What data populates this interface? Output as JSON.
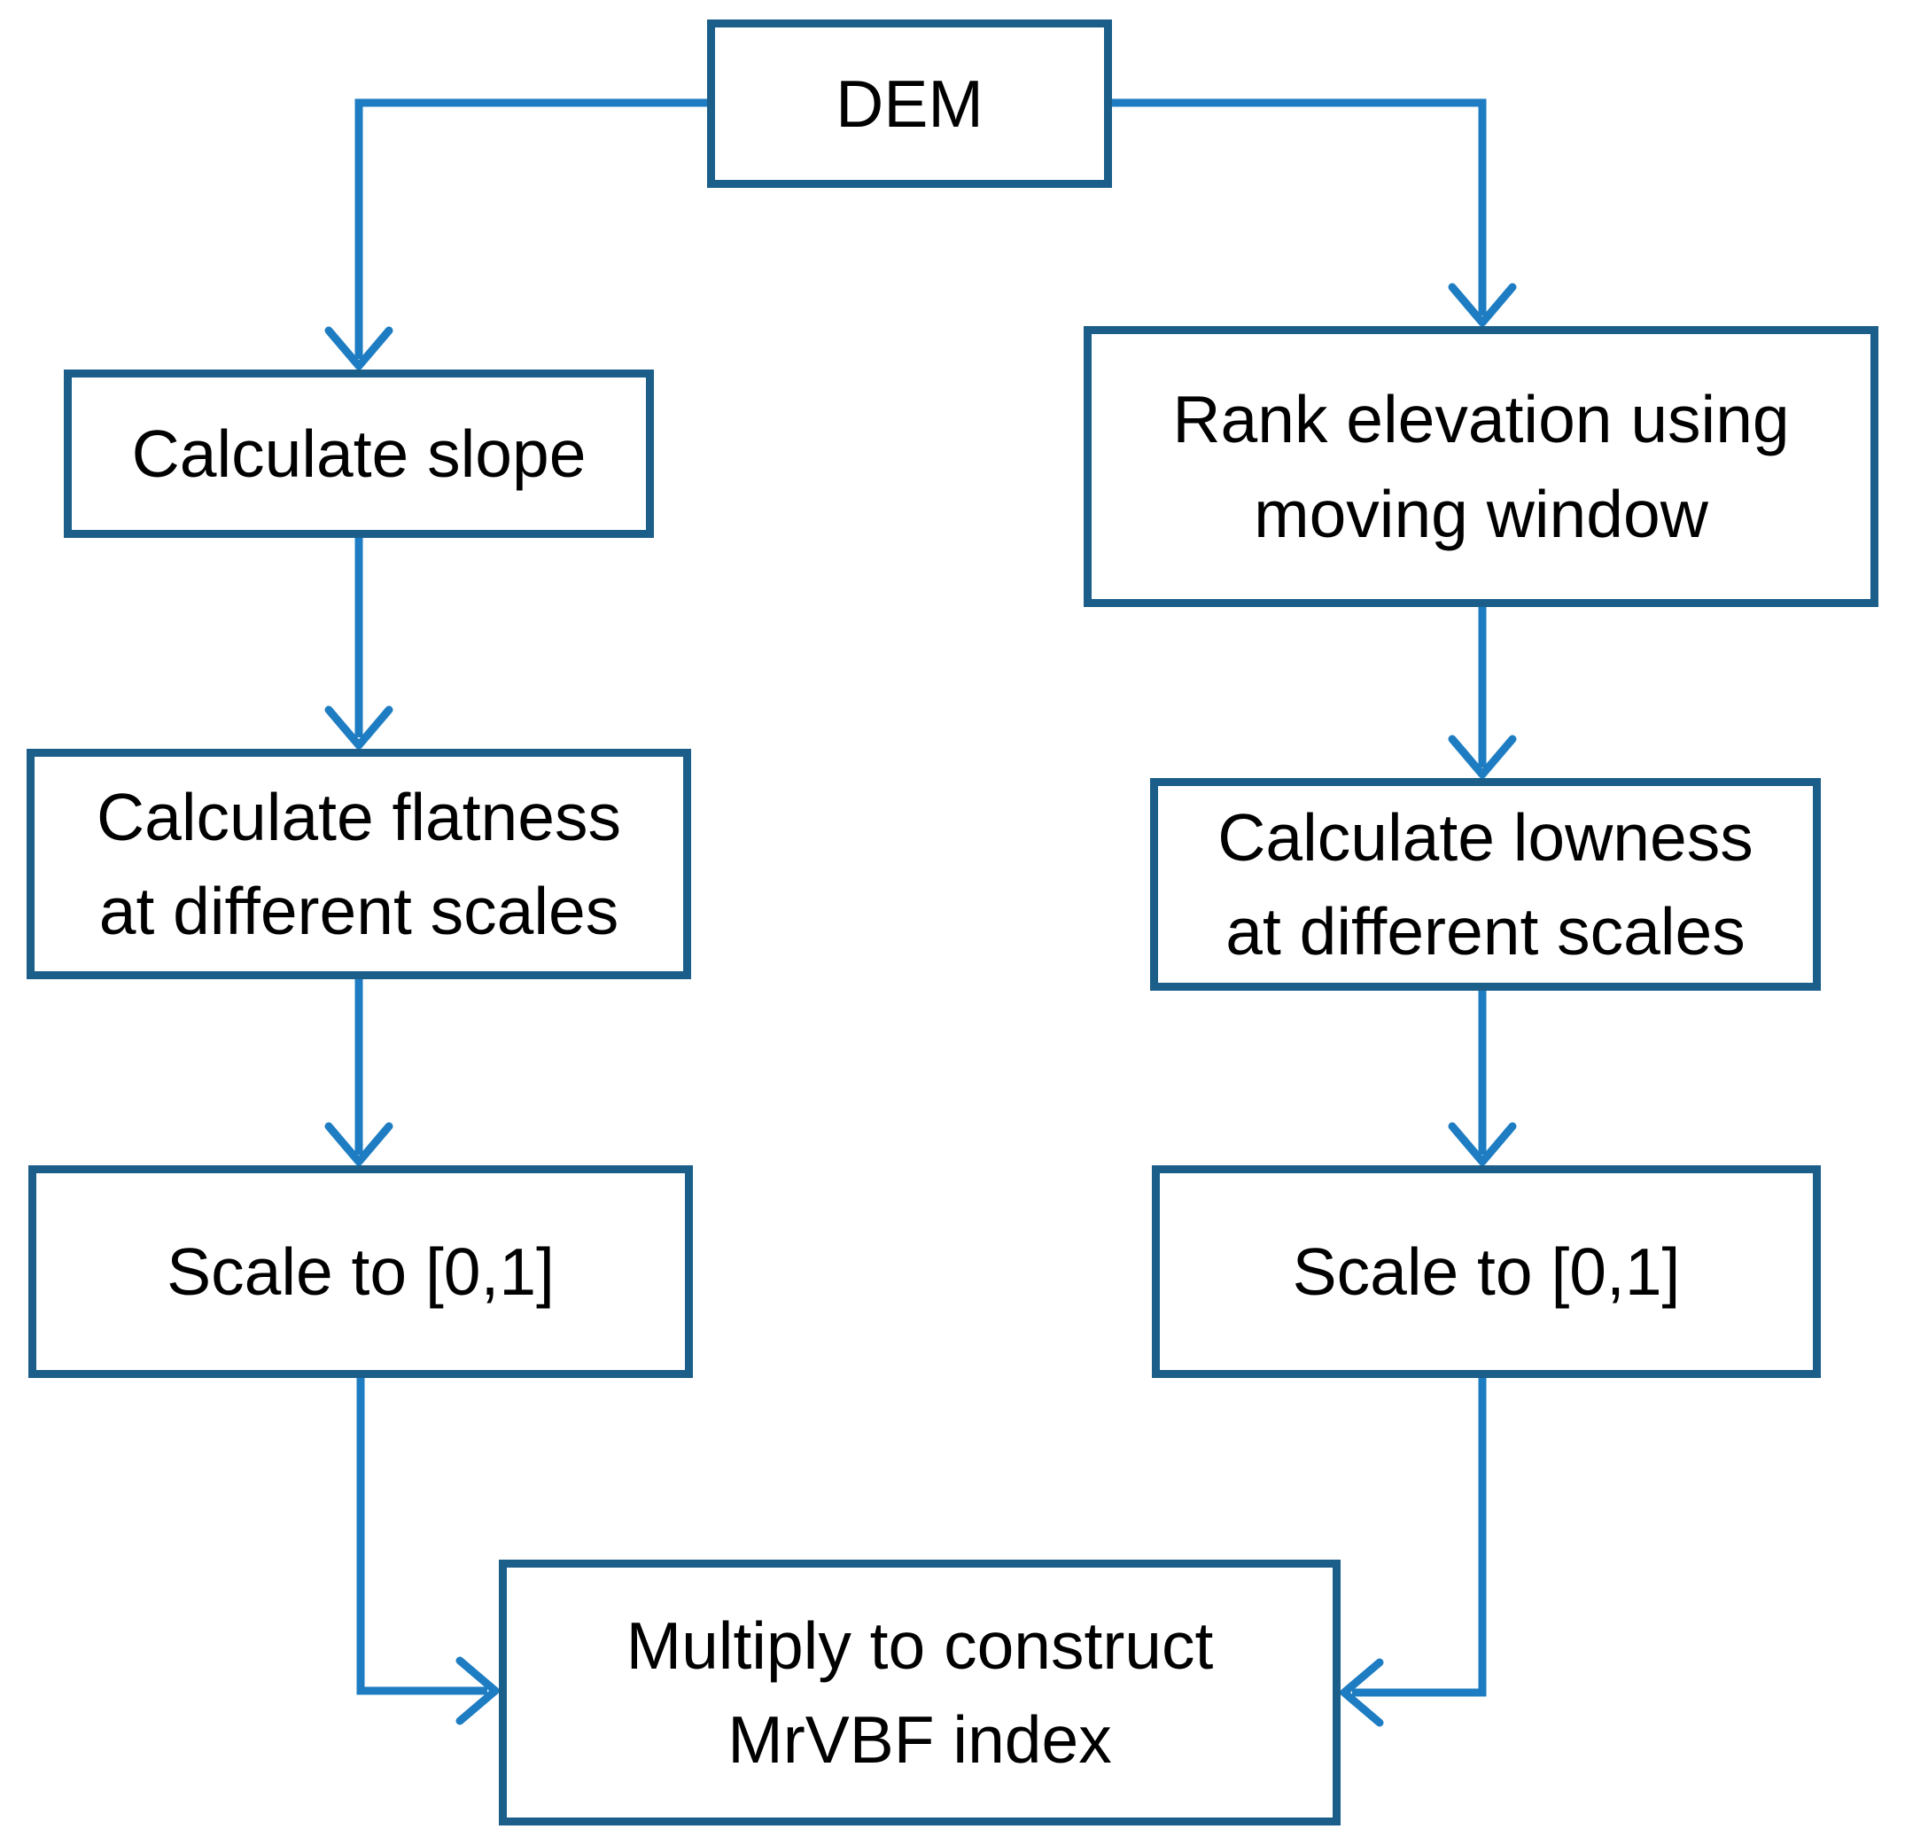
{
  "diagram": {
    "type": "flowchart",
    "nodes": {
      "dem": {
        "label": "DEM"
      },
      "calculate_slope": {
        "label": "Calculate slope"
      },
      "rank_elevation": {
        "label": "Rank elevation using\nmoving window"
      },
      "calculate_flatness": {
        "label": "Calculate flatness\nat different scales"
      },
      "calculate_lowness": {
        "label": "Calculate lowness\nat different scales"
      },
      "scale_flatness": {
        "label": "Scale to [0,1]"
      },
      "scale_lowness": {
        "label": "Scale to [0,1]"
      },
      "multiply": {
        "label": "Multiply to construct\nMrVBF index"
      }
    },
    "edges": [
      {
        "from": "dem",
        "to": "calculate_slope"
      },
      {
        "from": "dem",
        "to": "rank_elevation"
      },
      {
        "from": "calculate_slope",
        "to": "calculate_flatness"
      },
      {
        "from": "calculate_flatness",
        "to": "scale_flatness"
      },
      {
        "from": "scale_flatness",
        "to": "multiply"
      },
      {
        "from": "rank_elevation",
        "to": "calculate_lowness"
      },
      {
        "from": "calculate_lowness",
        "to": "scale_lowness"
      },
      {
        "from": "scale_lowness",
        "to": "multiply"
      }
    ]
  },
  "colors": {
    "box_border": "#1b5e8a",
    "box_fill": "#ffffff",
    "arrow": "#1e7dc2",
    "text": "#000000",
    "background": "#ffffff"
  }
}
